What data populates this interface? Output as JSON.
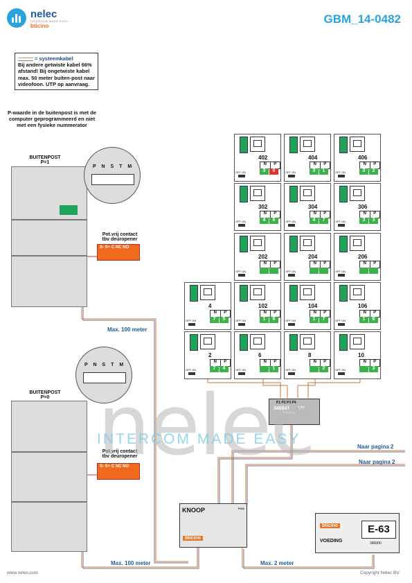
{
  "header": {
    "brand": "nelec",
    "tagline": "INTERCOM MADE EASY",
    "brand2": "bticino",
    "doc_id": "GBM_14-0482"
  },
  "note": {
    "legend": "= systeemkabel",
    "text": "Bij andere getwiste kabel 66% afstand! Bij ongetwiste kabel max. 50 meter buiten-post naar videofoon. UTP op aanvraag."
  },
  "p_note": "P-waarde in de buitenpost is met de computer geprogrammeerd en niet met een fysieke nummerator",
  "panel_top": {
    "title": "BUITENPOST",
    "p": "P=1",
    "contact": "Pot.vrij contact",
    "contact2": "tbv deuropener"
  },
  "panel_bottom": {
    "title": "BUITENPOST",
    "p": "P=0",
    "contact": "Pot.vrij contact",
    "contact2": "tbv deuropener"
  },
  "relay_labels": "S- S+ C NC NO",
  "zoom_labels": "P N S T M",
  "distances": {
    "top": "Max. 100 meter",
    "bottom": "Max. 100 meter",
    "power": "Max. 2 meter"
  },
  "pagina": {
    "a": "Naar pagina 2",
    "b": "Naar pagina 2"
  },
  "distributor": {
    "code": "346841",
    "vv": "VV",
    "labels": "P1 P2 P3 P4",
    "brand": "bticino"
  },
  "knoop": {
    "label": "KNOOP",
    "code": "F441",
    "brand": "bticino"
  },
  "power": {
    "code": "E-63",
    "label": "VOEDING",
    "part": "346000",
    "brand": "bticino"
  },
  "units": [
    {
      "room": "402",
      "n": "3",
      "p": "0",
      "p_red": true
    },
    {
      "room": "404",
      "n": "3",
      "p": "1",
      "p_red": false
    },
    {
      "room": "406",
      "n": "3",
      "p": "2",
      "p_red": false
    },
    {
      "room": "302",
      "n": "4",
      "p": "6",
      "p_red": false
    },
    {
      "room": "304",
      "n": "4",
      "p": "7",
      "p_red": false
    },
    {
      "room": "306",
      "n": "3",
      "p": "3",
      "p_red": false
    },
    {
      "room": "202",
      "n": "",
      "p": "",
      "p_red": false
    },
    {
      "room": "204",
      "n": "",
      "p": "",
      "p_red": false
    },
    {
      "room": "206",
      "n": "",
      "p": "",
      "p_red": false
    },
    {
      "room": "4",
      "n": "7",
      "p": "5",
      "p_red": false
    },
    {
      "room": "102",
      "n": "1",
      "p": "6",
      "p_red": false
    },
    {
      "room": "104",
      "n": "1",
      "p": "7",
      "p_red": false
    },
    {
      "room": "106",
      "n": "1",
      "p": "8",
      "p_red": false
    },
    {
      "room": "2",
      "n": "7",
      "p": "4",
      "p_red": false
    },
    {
      "room": "6",
      "n": "",
      "p": "1",
      "p_red": false
    },
    {
      "room": "8",
      "n": "",
      "p": "2",
      "p_red": false
    },
    {
      "room": "10",
      "n": "",
      "p": "3",
      "p_red": false
    }
  ],
  "n_label": "N",
  "p_label": "P",
  "off_label": "OFF ON",
  "footer": {
    "left": "www.nelec.com",
    "right": "Copyright Nelec BV"
  },
  "watermark": {
    "main": "nelec",
    "sub": "INTERCOM MADE EASY"
  },
  "colors": {
    "accent": "#29a3dd",
    "brand": "#1c5c99",
    "relay": "#f06a1e",
    "terminal": "#1fa35a"
  }
}
